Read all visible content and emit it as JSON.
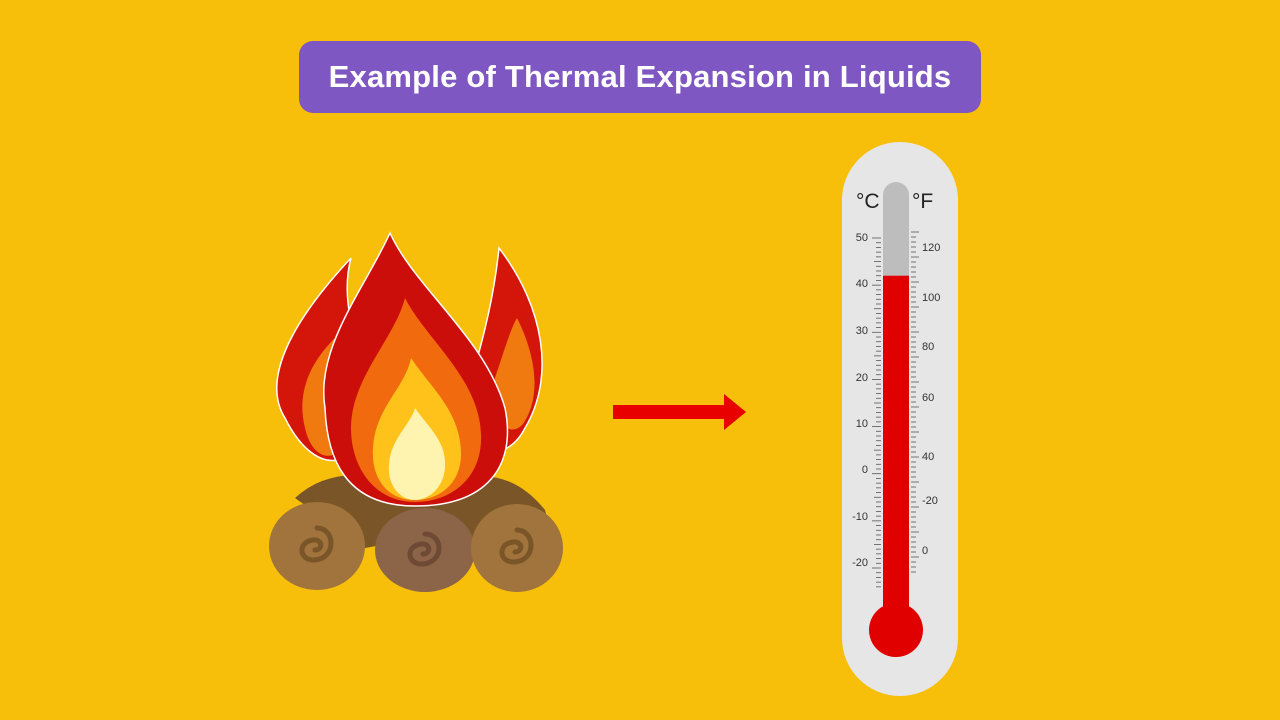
{
  "title": "Example of Thermal Expansion in Liquids",
  "thermometer": {
    "celsius_unit": "°C",
    "fahrenheit_unit": "°F",
    "celsius_ticks": [
      "50",
      "40",
      "30",
      "20",
      "10",
      "0",
      "-10",
      "-20"
    ],
    "fahrenheit_ticks": [
      "120",
      "100",
      "80",
      "60",
      "40",
      "-20",
      "0"
    ],
    "liquid_color": "#E00000",
    "tube_color": "#BDBDBD",
    "body_color": "#E6E6E6",
    "reading_celsius": 42
  },
  "colors": {
    "background": "#F7BE0A",
    "banner": "#7E57C2",
    "arrow": "#E80000"
  },
  "icons": {
    "heat_source": "campfire-icon",
    "arrow": "arrow-right-icon",
    "instrument": "thermometer-icon"
  }
}
